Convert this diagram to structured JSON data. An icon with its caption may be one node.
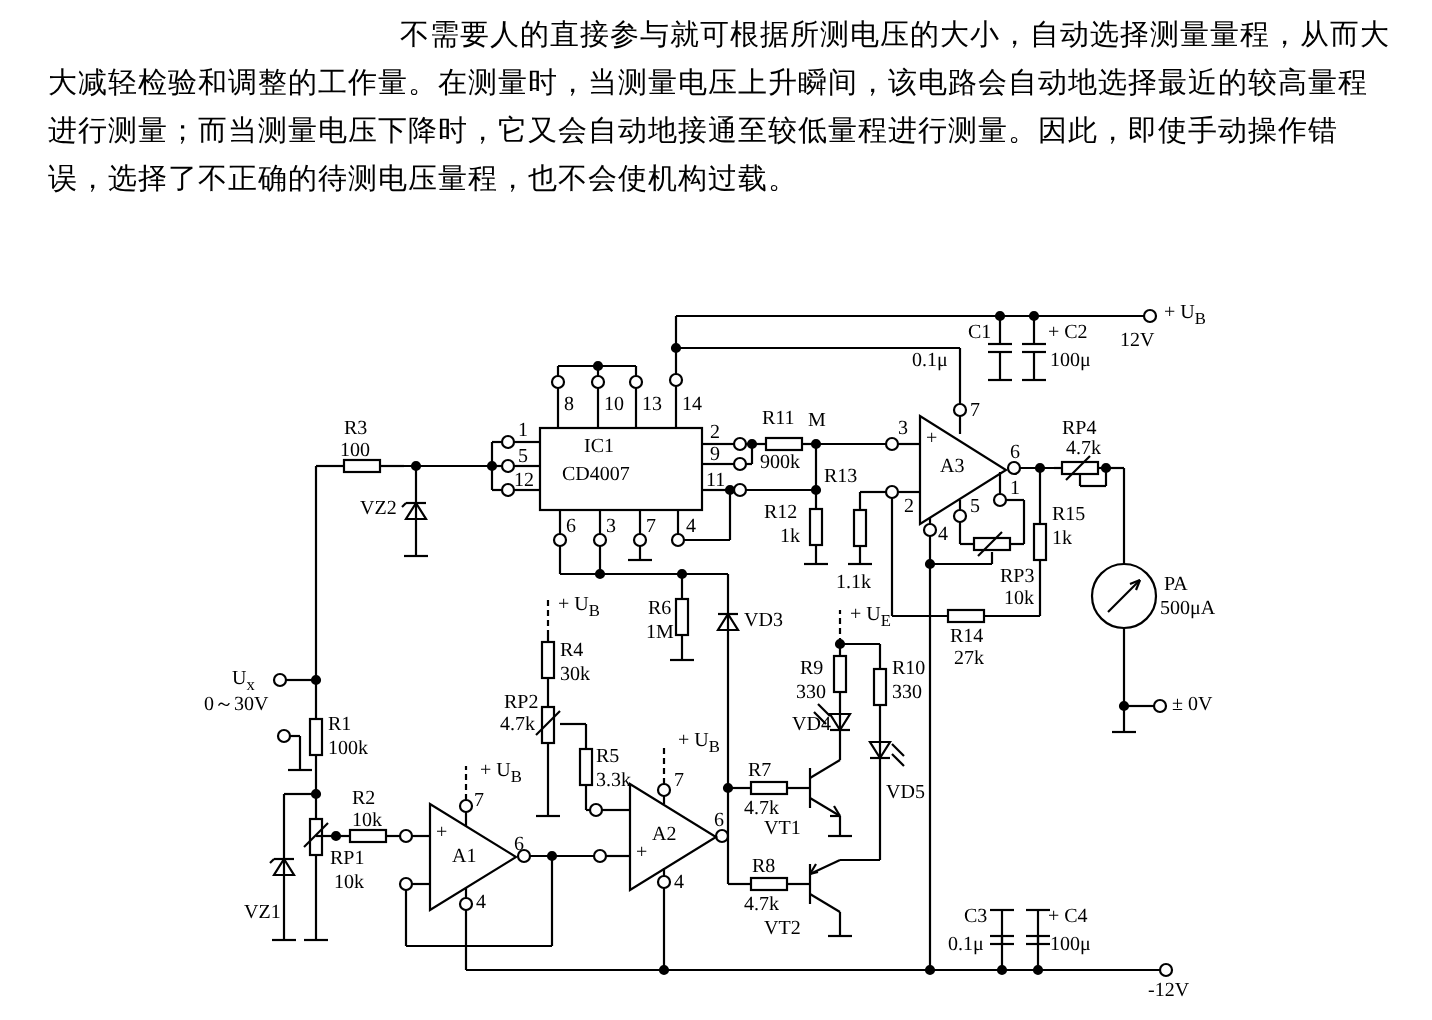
{
  "diagram": {
    "labels": [
      "不需要人的直接参与就可根据所测电压的大小，自动选择测量量程，从而大大减轻检验和调整的工作量。在测量时，当测量电压上升瞬间，该电路会自动地选择最近的较高量程进行测量；而当测量电压下降时，它又会自动地接通至较低量程进行测量。因此，即使手动操作错误，选择了不正确的待测电压量程，也不会使机构过载。",
      "C1",
      "0.1μ",
      "+ C2",
      "100μ",
      "+ U$_{B}$",
      "12V",
      "8",
      "10",
      "13",
      "14",
      "R3",
      "100",
      "1",
      "IC1",
      "2",
      "R11",
      "M",
      "3",
      "7",
      "6",
      "RP4",
      "4.7k",
      "5",
      "CD4007",
      "9",
      "900k",
      "+",
      "A3",
      "12",
      "11",
      "2",
      "1",
      "5",
      "VZ2",
      "R12",
      "R13",
      "4",
      "R15",
      "1k",
      "1k",
      "1.1k",
      "6",
      "3",
      "7",
      "4",
      "RP3",
      "10k",
      "PA",
      "500μA",
      "+ U$_{B}$",
      "R4",
      "R6",
      "1M",
      "VD3",
      "R14",
      "27k",
      "+ U$_{E}$",
      "R9",
      "R10",
      "30k",
      "RP2",
      "4.7k",
      "U$_{x}$",
      "0～30V",
      "330",
      "330",
      "VD4",
      "± 0V",
      "R1",
      "100k",
      "R5",
      "3.3k",
      "VD5",
      "+ U$_{B}$",
      "+ U$_{B}$",
      "R2",
      "10k",
      "R7",
      "7",
      "6",
      "7",
      "6",
      "4.7k",
      "VT1",
      "+",
      "A1",
      "RP1",
      "10k",
      "+",
      "A2",
      "R8",
      "VZ1",
      "4",
      "4",
      "4.7k",
      "VT2",
      "C3",
      "0.1μ",
      "+ C4",
      "100μ",
      "-12V"
    ]
  }
}
